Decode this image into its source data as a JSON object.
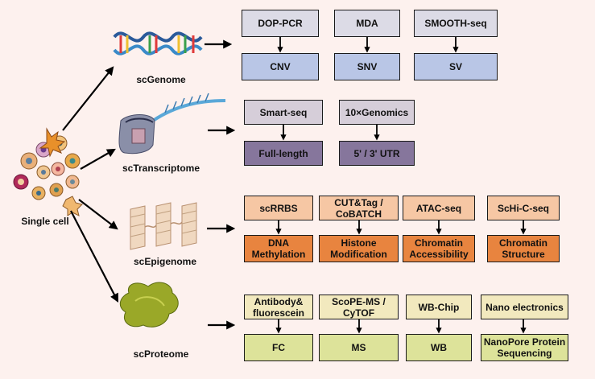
{
  "categories": {
    "single_cell": "Single cell",
    "genome": "scGenome",
    "transcriptome": "scTranscriptome",
    "epigenome": "scEpigenome",
    "proteome": "scProteome"
  },
  "genome": {
    "methods": [
      "DOP-PCR",
      "MDA",
      "SMOOTH-seq"
    ],
    "outputs": [
      "CNV",
      "SNV",
      "SV"
    ]
  },
  "transcriptome": {
    "methods": [
      "Smart-seq",
      "10×Genomics"
    ],
    "outputs": [
      "Full-length",
      "5' / 3' UTR"
    ]
  },
  "epigenome": {
    "methods": [
      "scRRBS",
      "CUT&Tag / CoBATCH",
      "ATAC-seq",
      "ScHi-C-seq"
    ],
    "outputs": [
      "DNA Methylation",
      "Histone Modification",
      "Chromatin Accessibility",
      "Chromatin Structure"
    ]
  },
  "proteome": {
    "methods": [
      "Antibody& fluorescein",
      "ScoPE-MS / CyTOF",
      "WB-Chip",
      "Nano electronics"
    ],
    "outputs": [
      "FC",
      "MS",
      "WB",
      "NanoPore Protein Sequencing"
    ]
  },
  "colors": {
    "background": "#fdf1ee",
    "genome_method": "#dcdbe6",
    "genome_output": "#b9c6e6",
    "transcriptome_method": "#d6ced9",
    "transcriptome_output": "#86769c",
    "epigenome_method": "#f6c7a4",
    "epigenome_output": "#e8843f",
    "proteome_method": "#f2e9be",
    "proteome_output": "#dde39a"
  }
}
